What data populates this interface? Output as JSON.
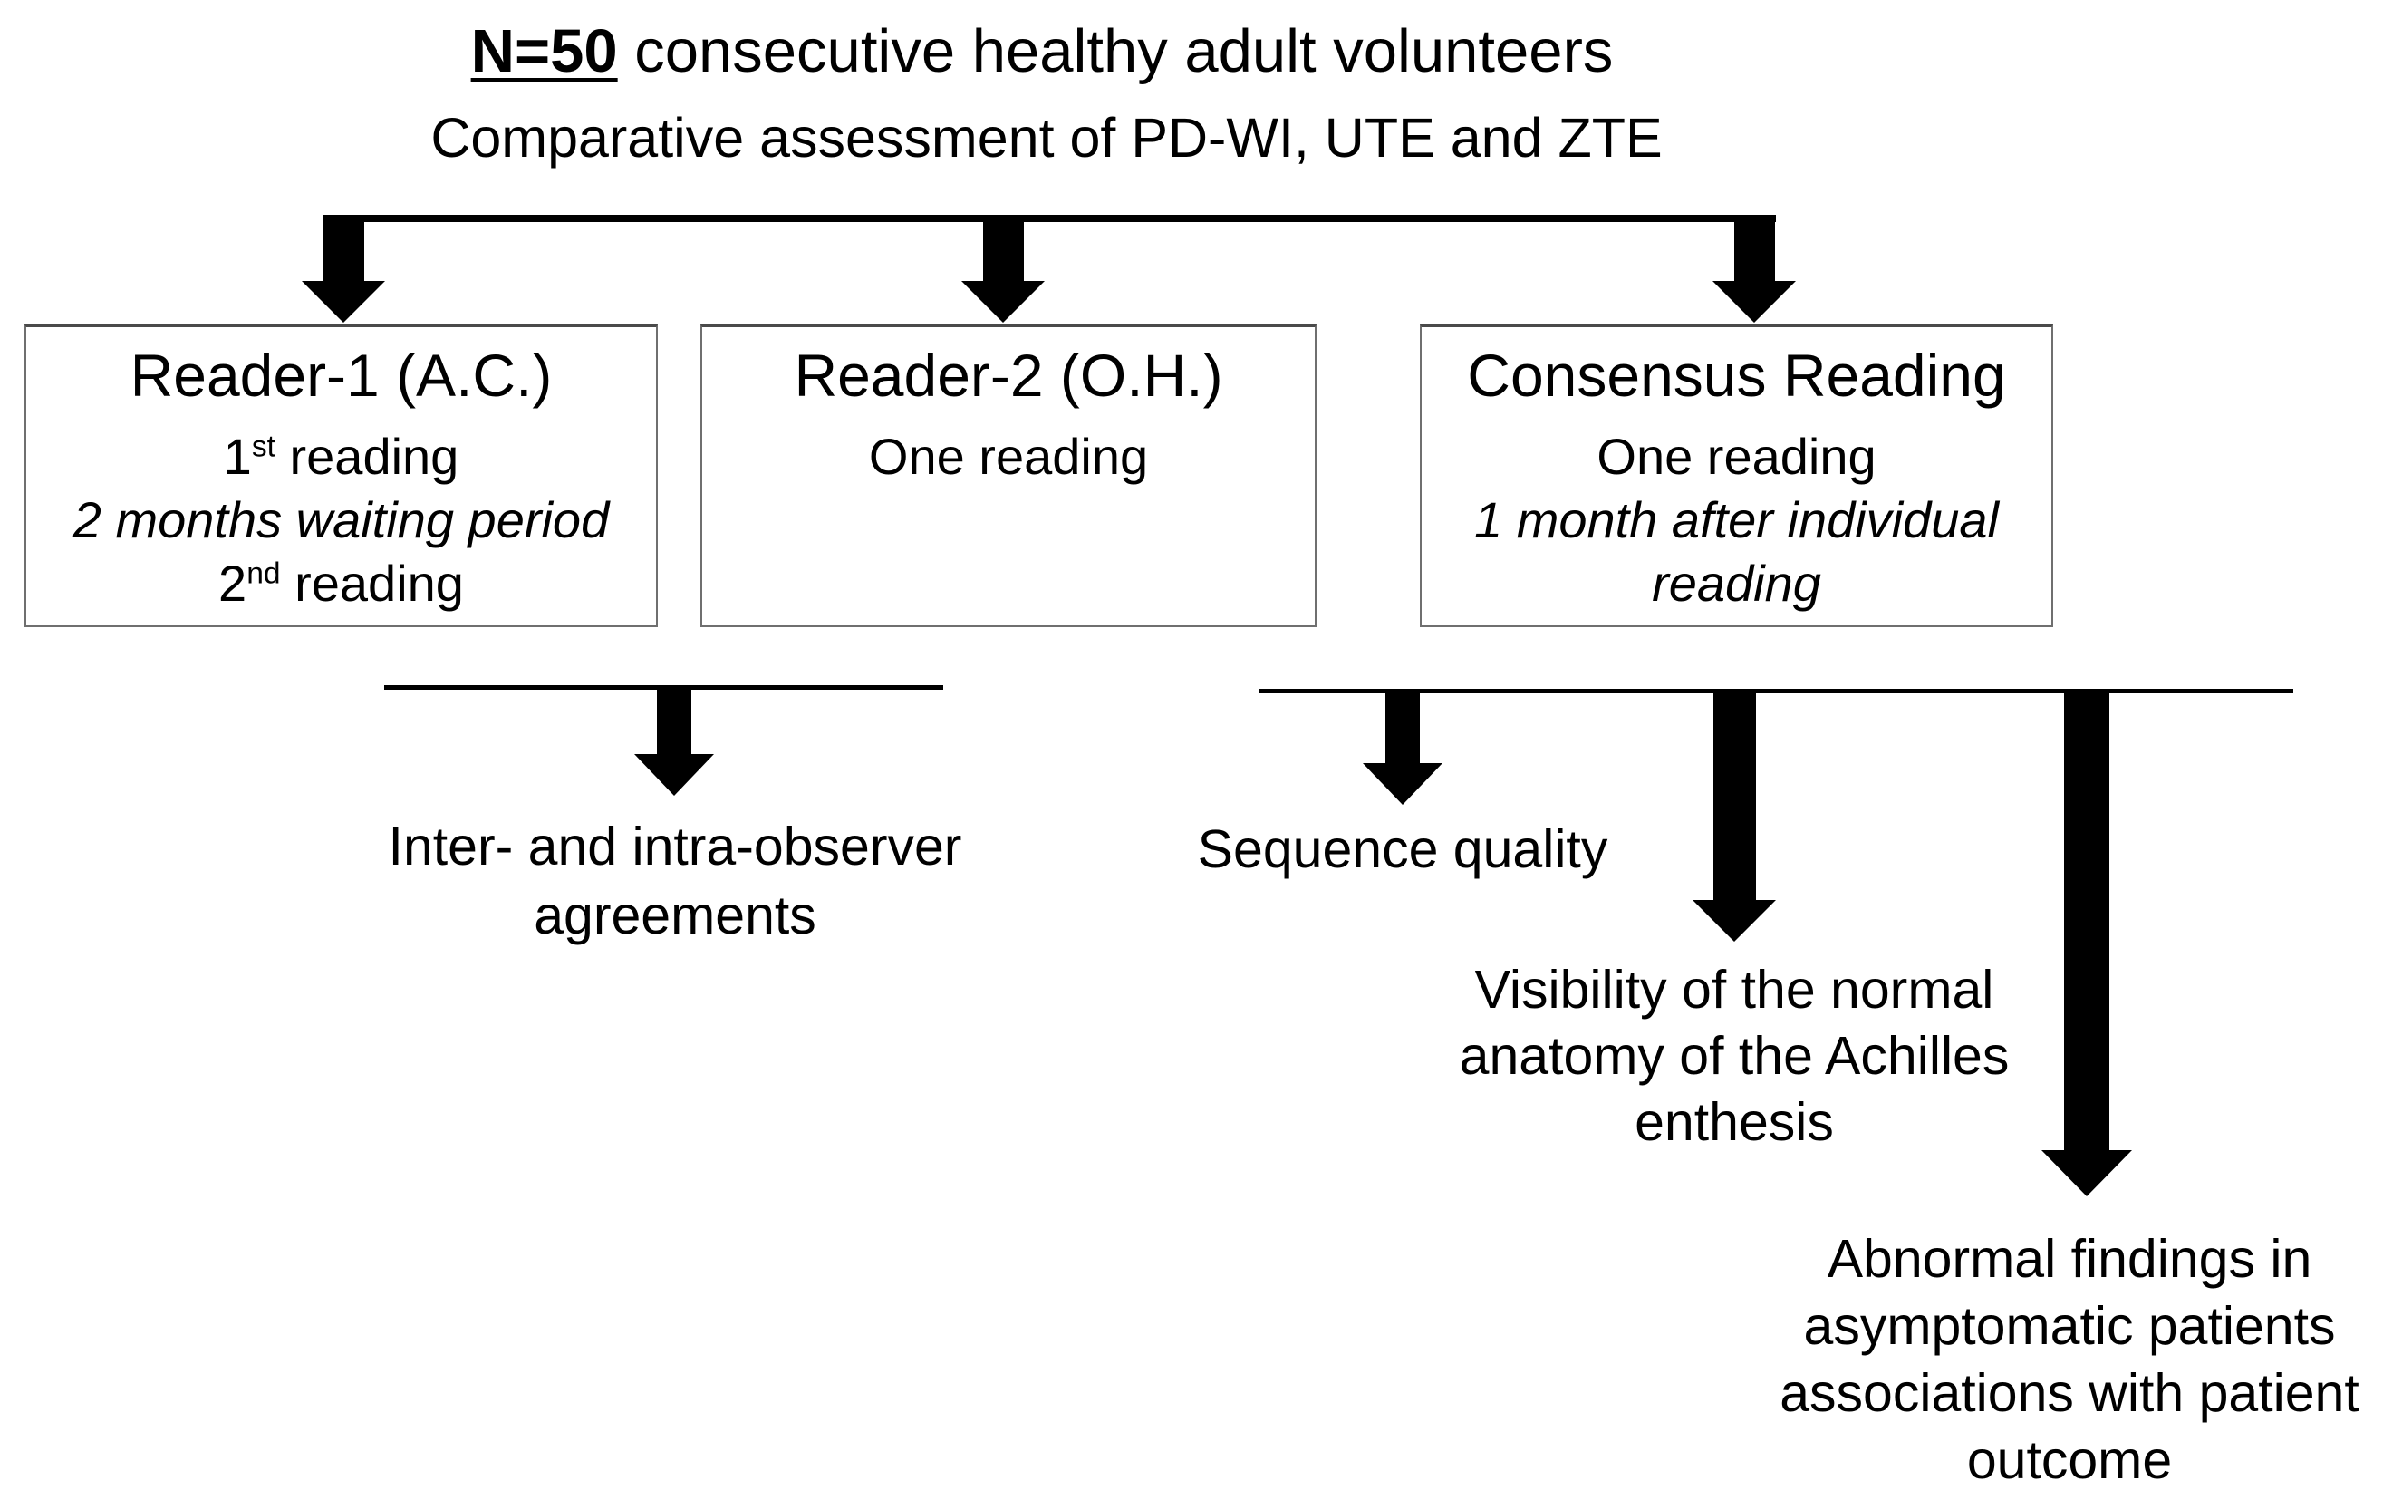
{
  "colors": {
    "text": "#000000",
    "line": "#000000",
    "box_border": "#6f6f6f",
    "background": "#ffffff"
  },
  "header": {
    "population_bold": "N=50",
    "population_rest": " consecutive healthy adult volunteers",
    "subtitle": "Comparative assessment of PD-WI, UTE and ZTE"
  },
  "boxes": [
    {
      "title": "Reader-1 (A.C.)",
      "lines_rich": [
        [
          {
            "text": "1"
          },
          {
            "text": "st",
            "sup": true
          },
          {
            "text": " reading"
          }
        ],
        [
          {
            "text": "2 months waiting period",
            "italic": true
          }
        ],
        [
          {
            "text": "2"
          },
          {
            "text": "nd",
            "sup": true
          },
          {
            "text": " reading"
          }
        ]
      ]
    },
    {
      "title": "Reader-2 (O.H.)",
      "lines_rich": [
        [
          {
            "text": "One reading"
          }
        ]
      ]
    },
    {
      "title": "Consensus Reading",
      "lines_rich": [
        [
          {
            "text": "One reading"
          }
        ],
        [
          {
            "text": "1 month after individual",
            "italic": true
          }
        ],
        [
          {
            "text": "reading",
            "italic": true
          }
        ]
      ]
    }
  ],
  "outcomes": {
    "left": {
      "lines": [
        "Inter- and intra-observer",
        "agreements"
      ]
    },
    "right": [
      {
        "lines": [
          "Sequence quality"
        ]
      },
      {
        "lines": [
          "Visibility of the normal",
          "anatomy of the Achilles",
          "enthesis"
        ]
      },
      {
        "lines": [
          "Abnormal findings in",
          "asymptomatic patients",
          "associations with patient",
          "outcome"
        ]
      }
    ]
  }
}
